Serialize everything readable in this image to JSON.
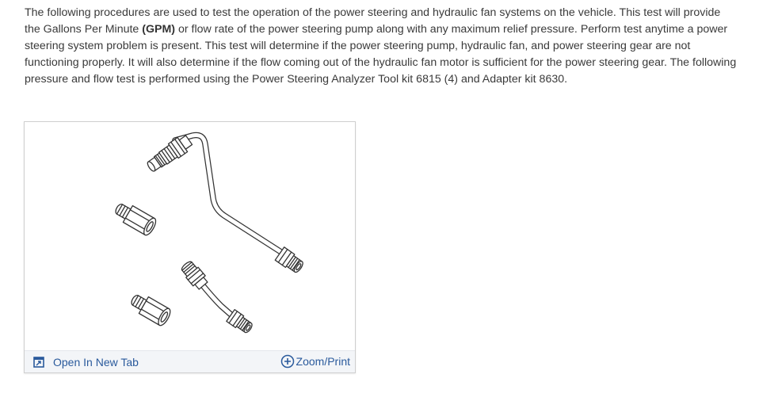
{
  "content": {
    "para_part1": " The following procedures are used to test the operation of the power steering and hydraulic fan systems on the vehicle. This test will provide the Gallons Per Minute ",
    "para_bold": "(GPM)",
    "para_part2": " or flow rate of the power steering pump along with any maximum relief pressure. Perform test anytime a power steering system problem is present. This test will determine if the power steering pump, hydraulic fan, and power steering gear are not functioning properly. It will also determine if the flow coming out of the hydraulic fan motor is sufficient for the power steering gear. The following pressure and flow test is performed using the Power Steering Analyzer Tool kit 6815 (4) and Adapter kit 8630."
  },
  "figure": {
    "open_tab_label": "Open In New Tab",
    "open_tab_icon": "open-new-tab-icon",
    "zoom_label": "Zoom/Print",
    "zoom_icon": "plus-circle-icon",
    "accent_color": "#2a5a9c",
    "bar_color": "#f3f5f8"
  }
}
